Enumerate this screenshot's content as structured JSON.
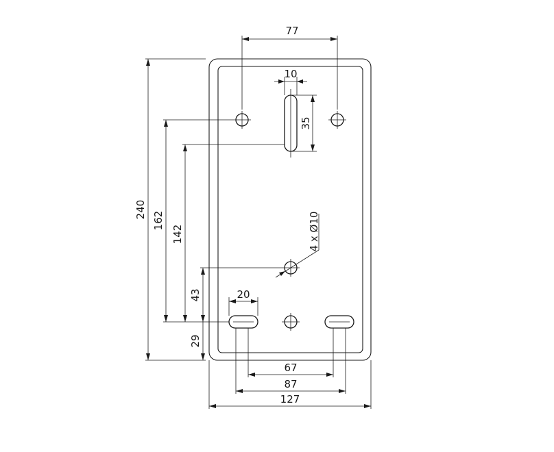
{
  "diagram": {
    "type": "mounting-plate-drawing",
    "dimensions": {
      "hole_spacing_top": "77",
      "slot_width": "10",
      "slot_length": "35",
      "total_height": "240",
      "height_162": "162",
      "height_142": "142",
      "hole_callout": "4 x Ø10",
      "height_43": "43",
      "slot_width_bottom": "20",
      "height_29": "29",
      "width_67": "67",
      "width_87": "87",
      "total_width": "127"
    }
  }
}
